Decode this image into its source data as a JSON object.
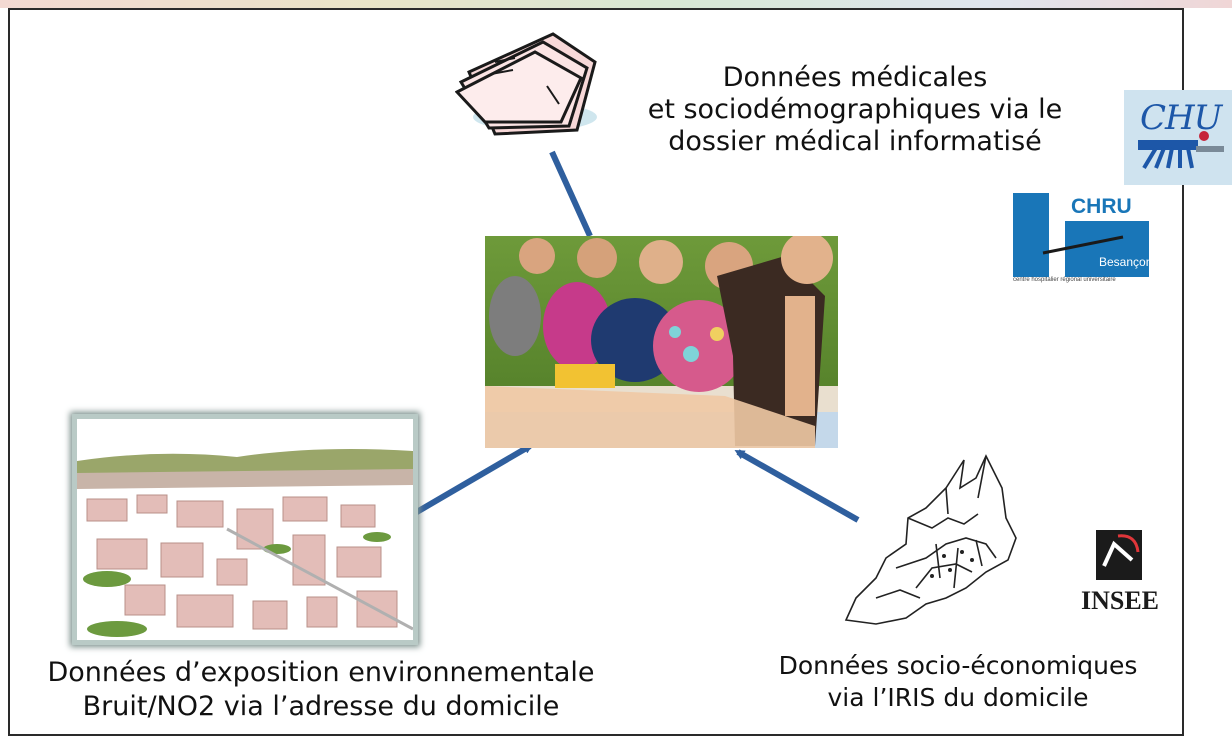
{
  "texts": {
    "medical": "Données médicales\net sociodémographiques via le\ndossier médical informatisé",
    "environment": "Données d’exposition environnementale\nBruit/NO2 via l’adresse du domicile",
    "socio": "Données socio-économiques\nvia l’IRIS du domicile"
  },
  "logos": {
    "chu": "CHU",
    "chru_title": "CHRU",
    "chru_city": "Besançon",
    "chru_caption": "centre hospitalier régional universitaire",
    "insee": "INSEE"
  },
  "icons": {
    "papers": "paper-stack-icon",
    "map": "iris-map-icon",
    "photo": "pregnant-women-photo",
    "city": "3d-city-model"
  },
  "colors": {
    "arrow": "#2f5f9e",
    "chru_blue": "#1976b8",
    "chu_blue": "#1d57a8"
  }
}
